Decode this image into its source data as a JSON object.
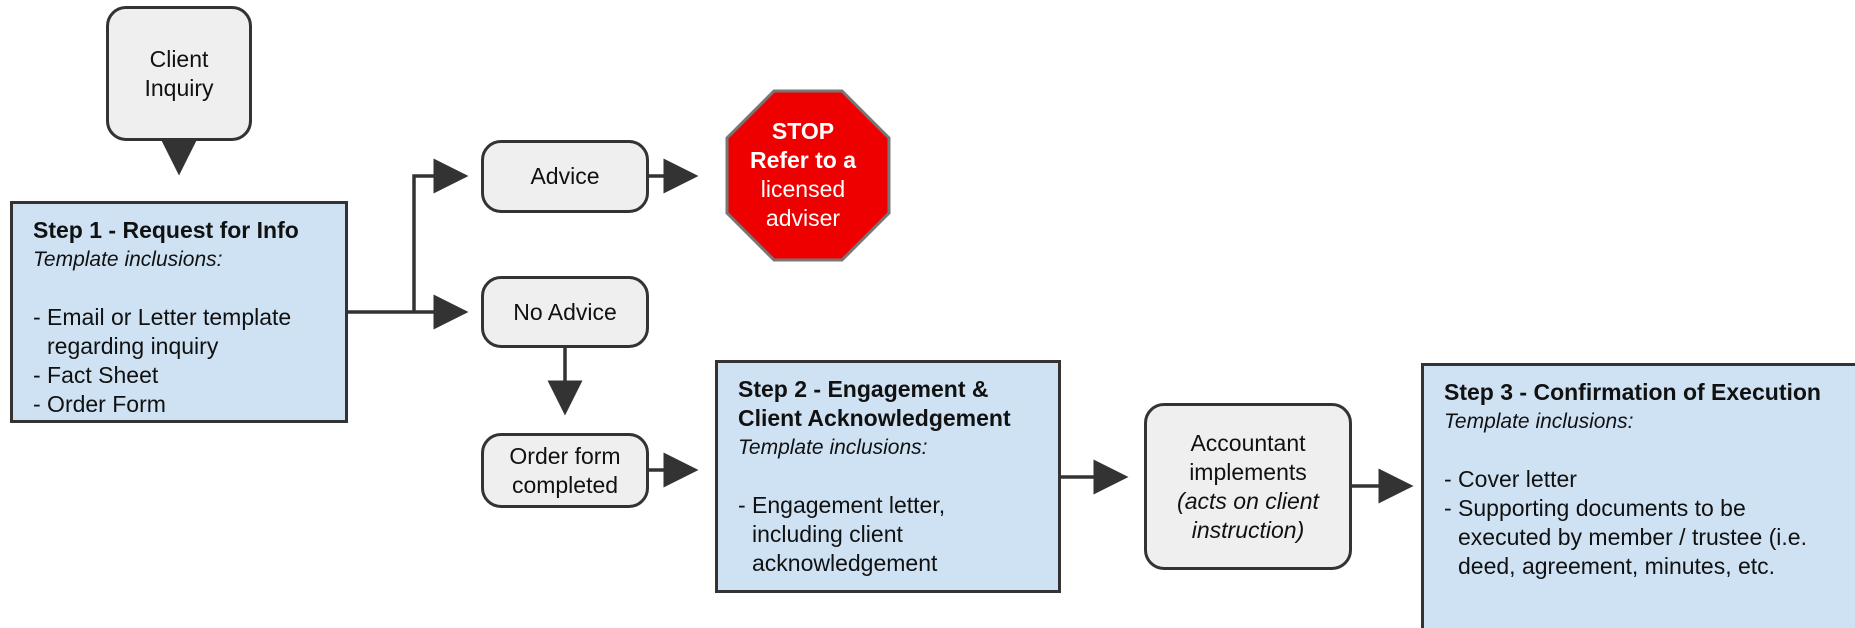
{
  "client_inquiry": {
    "lines": [
      "Client",
      "Inquiry"
    ]
  },
  "step1": {
    "title": "Step 1 - Request for Info",
    "subtitle": "Template inclusions:",
    "items": [
      "- Email or Letter template regarding inquiry",
      "- Fact Sheet",
      "- Order Form"
    ]
  },
  "advice": {
    "label": "Advice"
  },
  "no_advice": {
    "label": "No Advice"
  },
  "stop": {
    "bold_lines": [
      "STOP",
      "Refer to a"
    ],
    "lines": [
      "licensed",
      "adviser"
    ]
  },
  "order_form": {
    "lines": [
      "Order form",
      "completed"
    ]
  },
  "step2": {
    "title": "Step 2 - Engagement & Client Acknowledgement",
    "subtitle": "Template inclusions:",
    "items": [
      "- Engagement letter, including client acknowledgement"
    ]
  },
  "accountant": {
    "lines": [
      "Accountant",
      "implements"
    ],
    "italic_lines": [
      "(acts on client",
      "instruction)"
    ]
  },
  "step3": {
    "title": "Step 3 - Confirmation of Execution",
    "subtitle": "Template inclusions:",
    "items": [
      "- Cover letter",
      "- Supporting documents to be executed by member / trustee (i.e. deed, agreement, minutes, etc."
    ]
  },
  "colors": {
    "step_fill": "#cfe2f3",
    "node_fill": "#efefef",
    "stop_fill": "#ee0000",
    "stroke": "#333333"
  }
}
